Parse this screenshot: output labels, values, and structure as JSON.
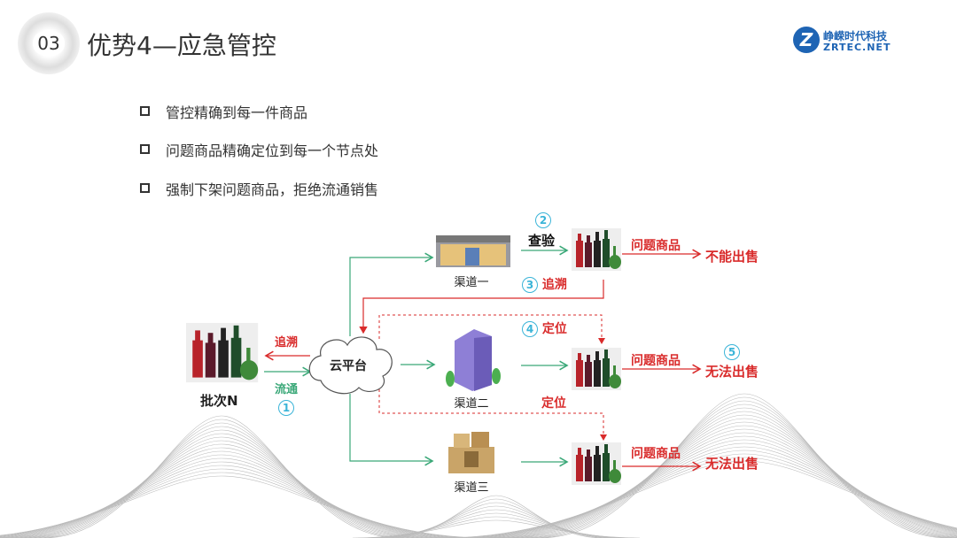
{
  "header": {
    "section_number": "03",
    "title": "优势4—应急管控",
    "logo_cn": "峥嵘时代科技",
    "logo_en": "ZRTEC.NET"
  },
  "bullets": [
    "管控精确到每一件商品",
    "问题商品精确定位到每一个节点处",
    "强制下架问题商品，拒绝流通销售"
  ],
  "diagram": {
    "batch": "批次N",
    "trace_back": "追溯",
    "circulate": "流通",
    "cloud": "云平台",
    "channels": [
      "渠道一",
      "渠道二",
      "渠道三"
    ],
    "steps": {
      "s1": "1",
      "s2": "2",
      "s3": "3",
      "s4": "4",
      "s5": "5"
    },
    "inspect": "查验",
    "trace": "追溯",
    "locate": "定位",
    "locate2": "定位",
    "problem_goods": [
      "问题商品",
      "问题商品",
      "问题商品"
    ],
    "results": [
      "不能出售",
      "无法出售",
      "无法出售"
    ]
  },
  "colors": {
    "green": "#3aa878",
    "red": "#d92b2b",
    "accent": "#3ab4d8"
  }
}
